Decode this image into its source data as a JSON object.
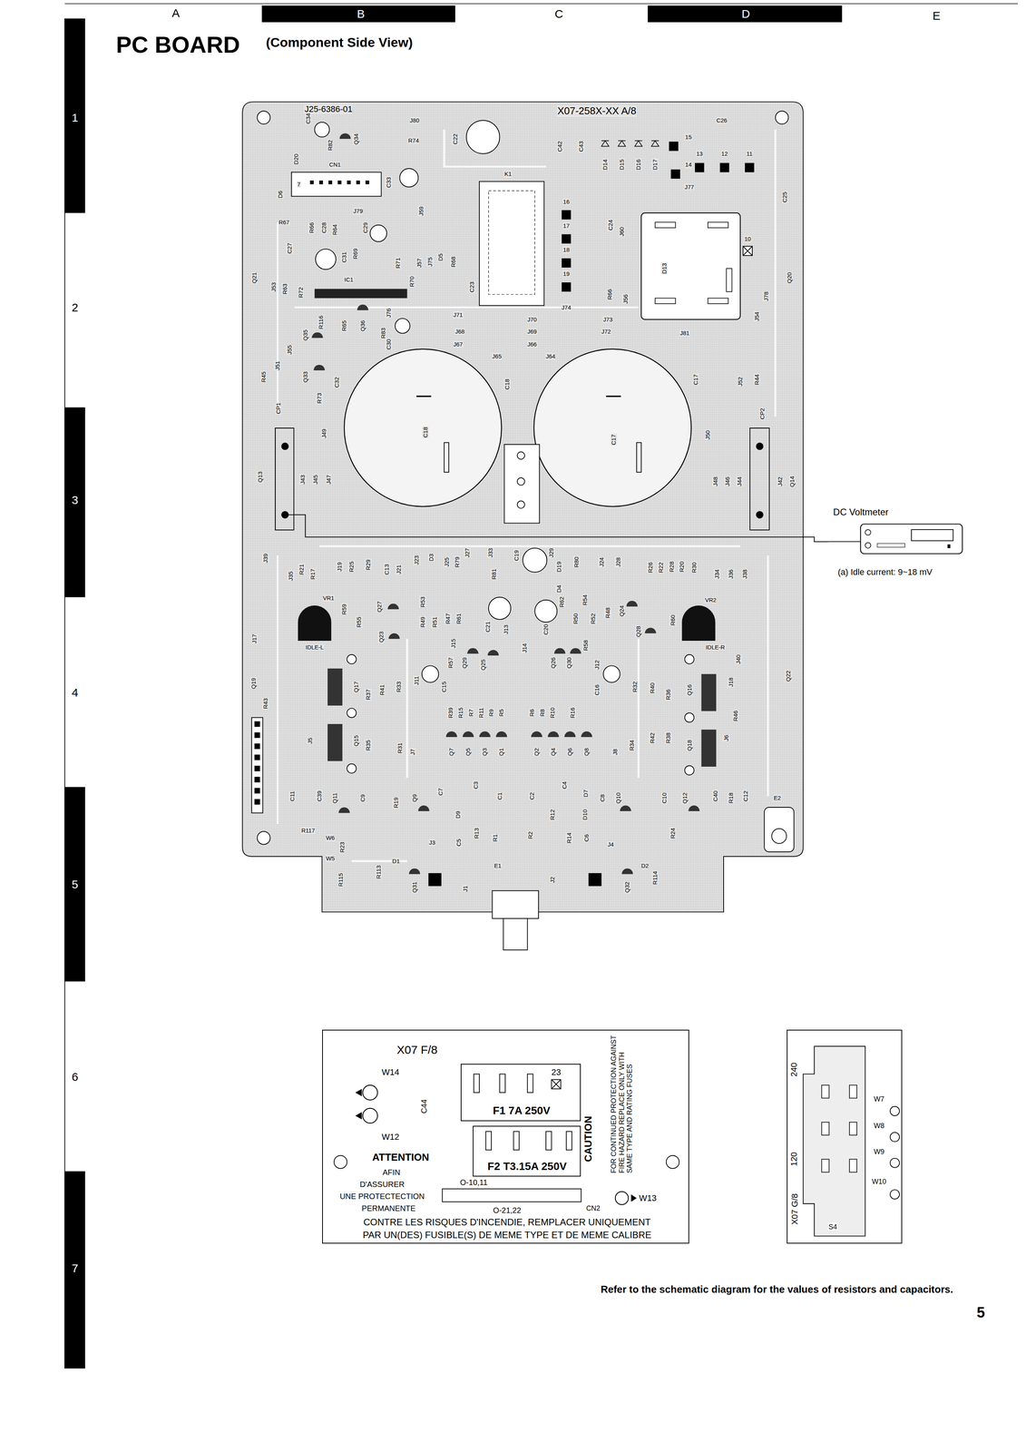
{
  "diagram": {
    "title": "PC BOARD",
    "caption": "Refer to the schematic diagram for the values of resistors and capacitors.",
    "nodes": [
      {
        "text": [
          "J25-6386-01",
          "X07-258X-XX A/8"
        ]
      },
      {
        "text": [
          "CP1"
        ],
        "in": 0
      },
      {
        "text": [
          "CP2"
        ],
        "in": 0
      },
      {
        "text": [
          "DC Voltmeter",
          "(a) Idle current: 9~18 mV"
        ]
      },
      {
        "text": [
          "X07 F/8"
        ]
      },
      {
        "text": [
          "F1 7A 250V"
        ],
        "in": 4
      },
      {
        "text": [
          "F2 T3.15A 250V"
        ],
        "in": 4
      },
      {
        "text": [
          "X07 G/8"
        ]
      }
    ],
    "edges": [
      {
        "from": 1,
        "to": 3,
        "arrow": "none"
      }
    ],
    "labels": [
      "A",
      "B",
      "C",
      "D",
      "E",
      "1",
      "2",
      "3",
      "4",
      "5",
      "6",
      "7",
      "(Component Side View)",
      "5",
      "J80",
      "K1",
      "R74",
      "C22",
      "C34",
      "D20",
      "R82",
      "Q34",
      "CN1",
      "7",
      "C33",
      "D6",
      "J79",
      "J59",
      "R67",
      "R66",
      "C28",
      "R64",
      "C29",
      "C27",
      "C31",
      "R69",
      "R71",
      "J57",
      "J75",
      "D5",
      "R68",
      "R70",
      "Q21",
      "J53",
      "R63",
      "R72",
      "IC1",
      "C23",
      "C42",
      "C43",
      "D14",
      "D15",
      "D16",
      "D17",
      "15",
      "14",
      "13",
      "12",
      "11",
      "C26",
      "J77",
      "C25",
      "16",
      "17",
      "18",
      "19",
      "C24",
      "J60",
      "D13",
      "10",
      "R66",
      "J56",
      "J74",
      "J73",
      "J72",
      "J70",
      "J69",
      "J66",
      "J71",
      "J68",
      "J67",
      "J65",
      "J64",
      "J81",
      "J78",
      "J54",
      "Q20",
      "J76",
      "R116",
      "R65",
      "Q36",
      "R83",
      "Q35",
      "C30",
      "J55",
      "Q33",
      "R73",
      "C32",
      "J51",
      "R45",
      "C18",
      "C17",
      "C17",
      "C18",
      "J49",
      "J50",
      "J52",
      "R44",
      "Q13",
      "J43",
      "J45",
      "J47",
      "J48",
      "J46",
      "J44",
      "J42",
      "Q14",
      "J27",
      "J33",
      "C19",
      "J29",
      "J39",
      "J35",
      "R21",
      "R17",
      "J19",
      "R25",
      "R29",
      "C13",
      "J21",
      "J23",
      "D3",
      "J25",
      "R79",
      "R81",
      "D19",
      "D4",
      "R80",
      "J24",
      "J28",
      "R26",
      "R22",
      "R28",
      "R20",
      "R30",
      "J34",
      "J36",
      "J38",
      "J17",
      "VR1",
      "IDLE-L",
      "VR2",
      "IDLE-R",
      "R59",
      "R55",
      "Q27",
      "Q23",
      "R53",
      "R49",
      "R51",
      "R47",
      "R61",
      "C21",
      "J15",
      "R57",
      "Q29",
      "Q25",
      "J13",
      "J14",
      "C20",
      "R62",
      "R54",
      "R50",
      "R52",
      "R48",
      "Q24",
      "Q28",
      "R60",
      "Q26",
      "Q30",
      "R58",
      "J12",
      "Q19",
      "Q17",
      "R37",
      "R41",
      "R33",
      "J11",
      "C15",
      "C16",
      "R32",
      "R40",
      "R36",
      "Q16",
      "J40",
      "J18",
      "Q22",
      "R43",
      "J5",
      "Q15",
      "R35",
      "R31",
      "J7",
      "R39",
      "R15",
      "R7",
      "R11",
      "R9",
      "R5",
      "R6",
      "R8",
      "R10",
      "R16",
      "R34",
      "R42",
      "R38",
      "Q18",
      "J6",
      "R46",
      "Q7",
      "Q5",
      "Q3",
      "Q1",
      "Q2",
      "Q4",
      "Q6",
      "Q8",
      "J8",
      "C11",
      "C39",
      "Q11",
      "C9",
      "R19",
      "Q9",
      "C7",
      "C3",
      "C1",
      "C2",
      "C4",
      "D7",
      "C8",
      "Q10",
      "C10",
      "Q12",
      "C40",
      "R18",
      "C12",
      "E2",
      "D9",
      "R13",
      "R1",
      "R2",
      "R12",
      "R14",
      "D10",
      "C6",
      "C5",
      "J3",
      "J4",
      "R24",
      "R117",
      "W6",
      "W5",
      "R23",
      "R115",
      "R113",
      "D1",
      "Q31",
      "J1",
      "E1",
      "J2",
      "Q32",
      "D2",
      "R114",
      "W14",
      "W12",
      "C44",
      "23",
      "ATTENTION",
      "AFIN",
      "D'ASSURER",
      "UNE PROTECTECTION",
      "PERMANENTE",
      "O-10,11",
      "O-21,22",
      "CN2",
      "W13",
      "CONTRE LES RISQUES D'INCENDIE, REMPLACER UNIQUEMENT",
      "PAR UN(DES) FUSIBLE(S) DE MEME TYPE ET DE MEME CALIBRE",
      "CAUTION",
      "FOR CONTINUED PROTECTION AGAINST FIRE HAZARD REPLACE ONLY WITH SAME TYPE AND RATING FUSES",
      "240",
      "120",
      "W7",
      "W8",
      "W9",
      "W10",
      "S4"
    ]
  }
}
